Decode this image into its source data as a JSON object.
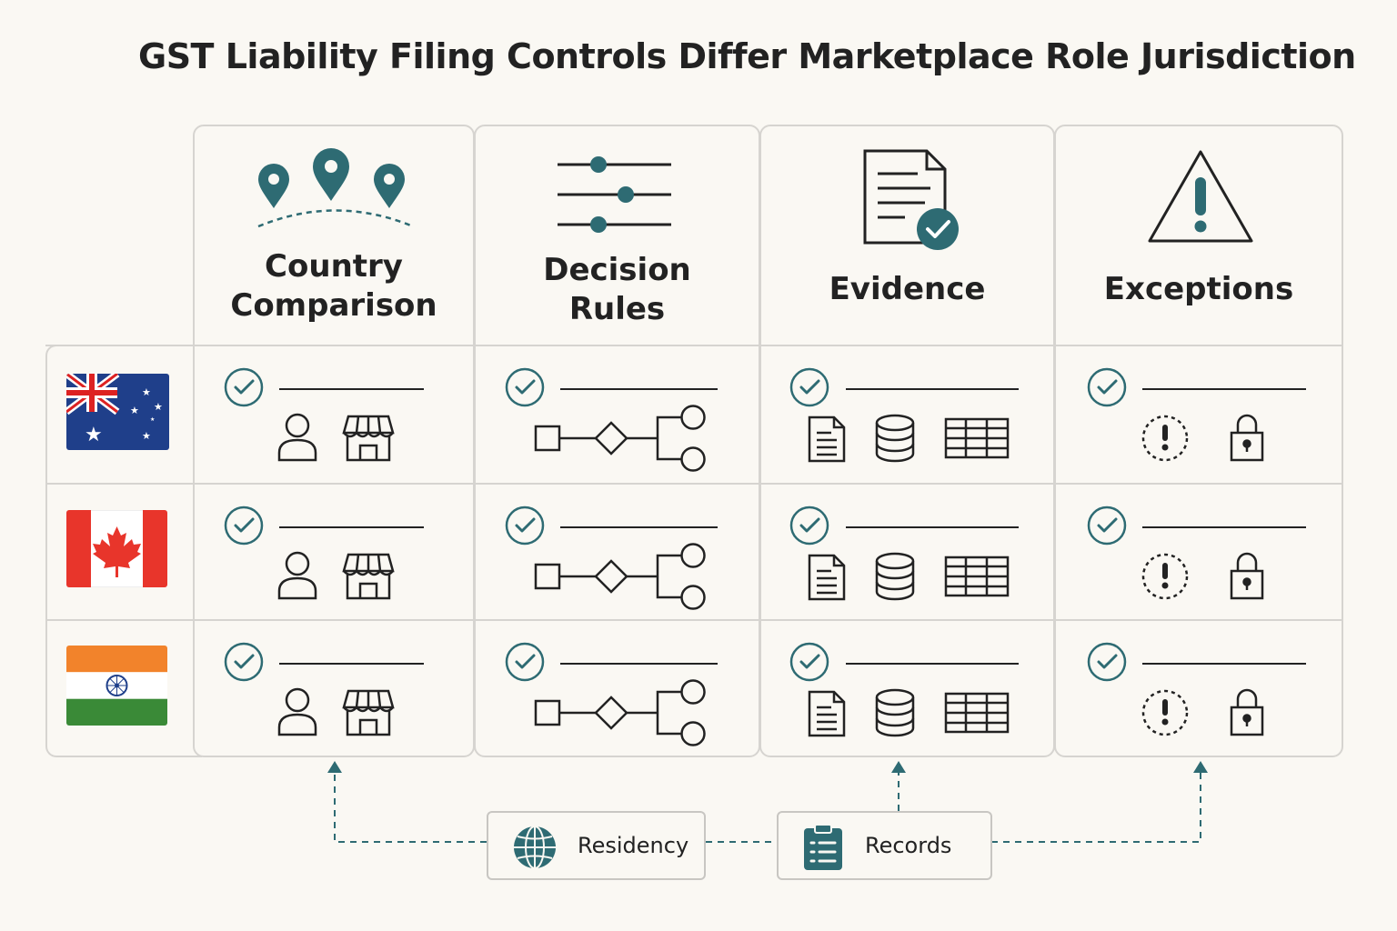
{
  "title": "GST Liability Filing Controls Differ Marketplace Role Jurisdiction",
  "columns": [
    {
      "line1": "Country",
      "line2": "Comparison",
      "icon": "location-pins-icon"
    },
    {
      "line1": "Decision",
      "line2": "Rules",
      "icon": "sliders-icon"
    },
    {
      "line1": "Evidence",
      "line2": "",
      "icon": "document-check-icon"
    },
    {
      "line1": "Exceptions",
      "line2": "",
      "icon": "warning-icon"
    }
  ],
  "rows": [
    {
      "country_flag": "australia-flag-icon"
    },
    {
      "country_flag": "canada-flag-icon"
    },
    {
      "country_flag": "india-flag-icon"
    }
  ],
  "legend": {
    "residency": {
      "label": "Residency",
      "icon": "globe-icon"
    },
    "records": {
      "label": "Records",
      "icon": "clipboard-icon"
    }
  },
  "colors": {
    "accent": "#2e6b73",
    "border": "#d6d4d0",
    "text": "#222222",
    "background": "#faf8f3"
  }
}
